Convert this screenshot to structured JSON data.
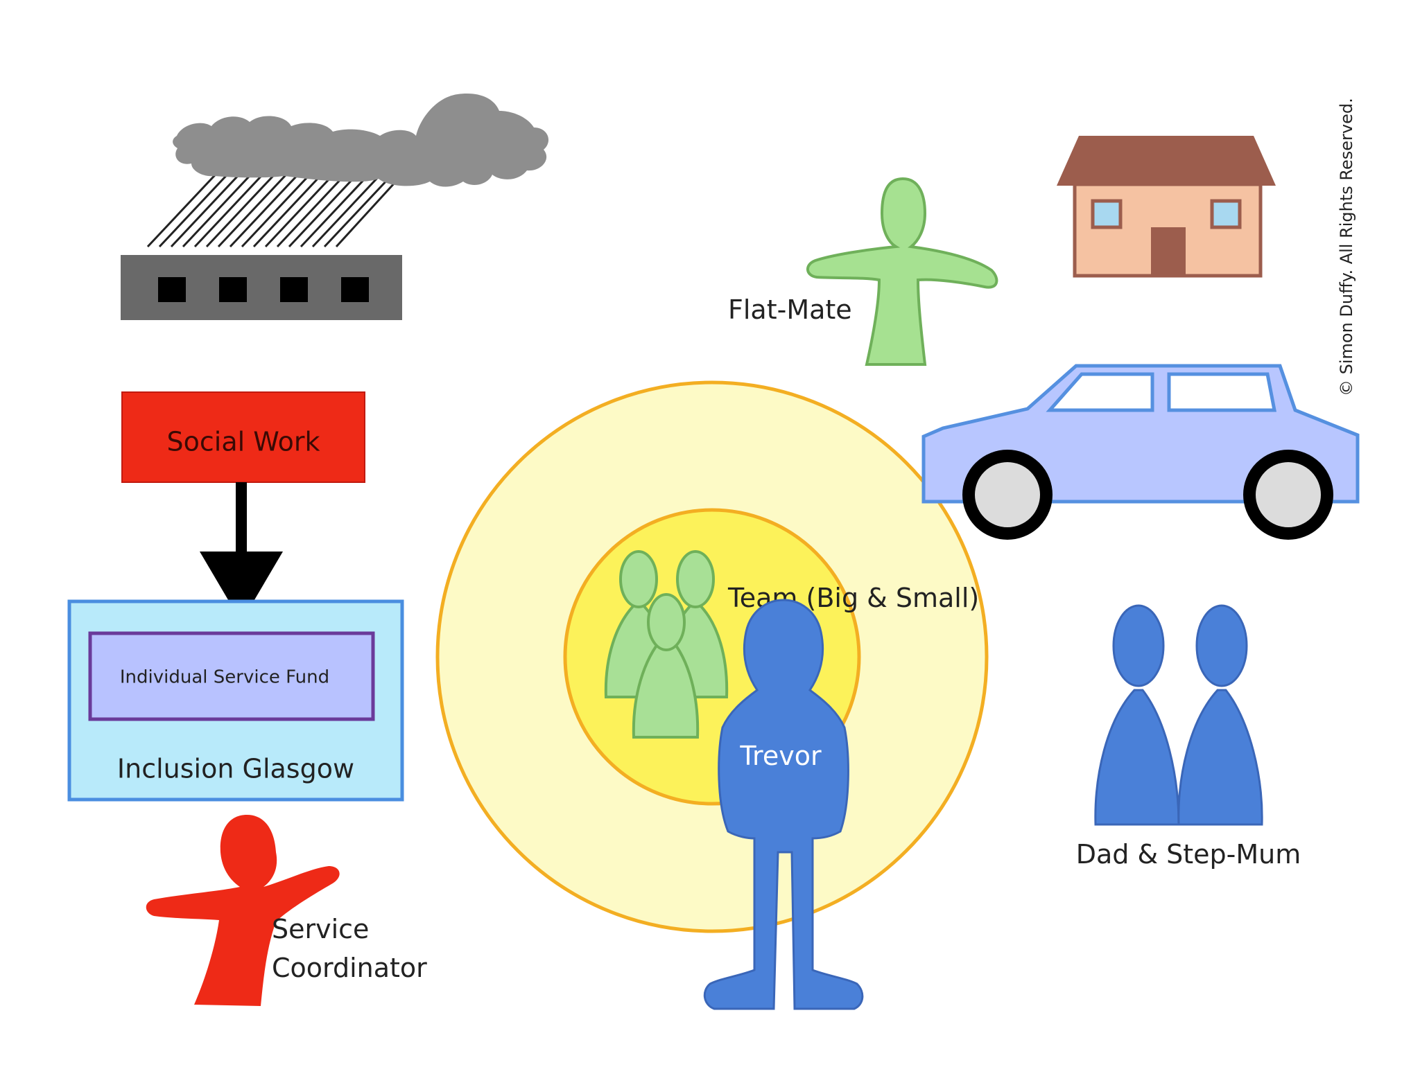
{
  "diagram": {
    "boxes": {
      "social_work": "Social Work",
      "individual_service_fund": "Individual Service Fund",
      "inclusion_glasgow": "Inclusion Glasgow"
    },
    "people": {
      "service_coordinator_line1": "Service",
      "service_coordinator_line2": "Coordinator",
      "flat_mate": "Flat-Mate",
      "team": "Team (Big & Small)",
      "trevor": "Trevor",
      "dad_step_mum": "Dad & Step-Mum"
    },
    "copyright": "© Simon Duffy. All Rights Reserved."
  },
  "colors": {
    "social_work_fill": "#ee2a17",
    "inclusion_fill": "#b8eafa",
    "inclusion_border": "#4a8ee0",
    "isf_fill": "#b8c2ff",
    "isf_border": "#6a3a9a",
    "outer_circle": "#fdfac6",
    "inner_circle": "#fcf25a",
    "circle_border": "#f3ae22",
    "team_green": "#a8e096",
    "flatmate_green": "#a6e191",
    "green_border": "#6fb05a",
    "trevor_blue": "#4a80d8",
    "parents_blue": "#4a80d8",
    "car_fill": "#b8c6ff",
    "car_border": "#5590e0",
    "house_roof": "#9c5d4d",
    "house_wall": "#f5c2a2",
    "cloud_grey": "#8e8e8e",
    "building_grey": "#696969"
  },
  "icons": [
    "rain-cloud-icon",
    "building-icon",
    "house-icon",
    "car-icon"
  ]
}
